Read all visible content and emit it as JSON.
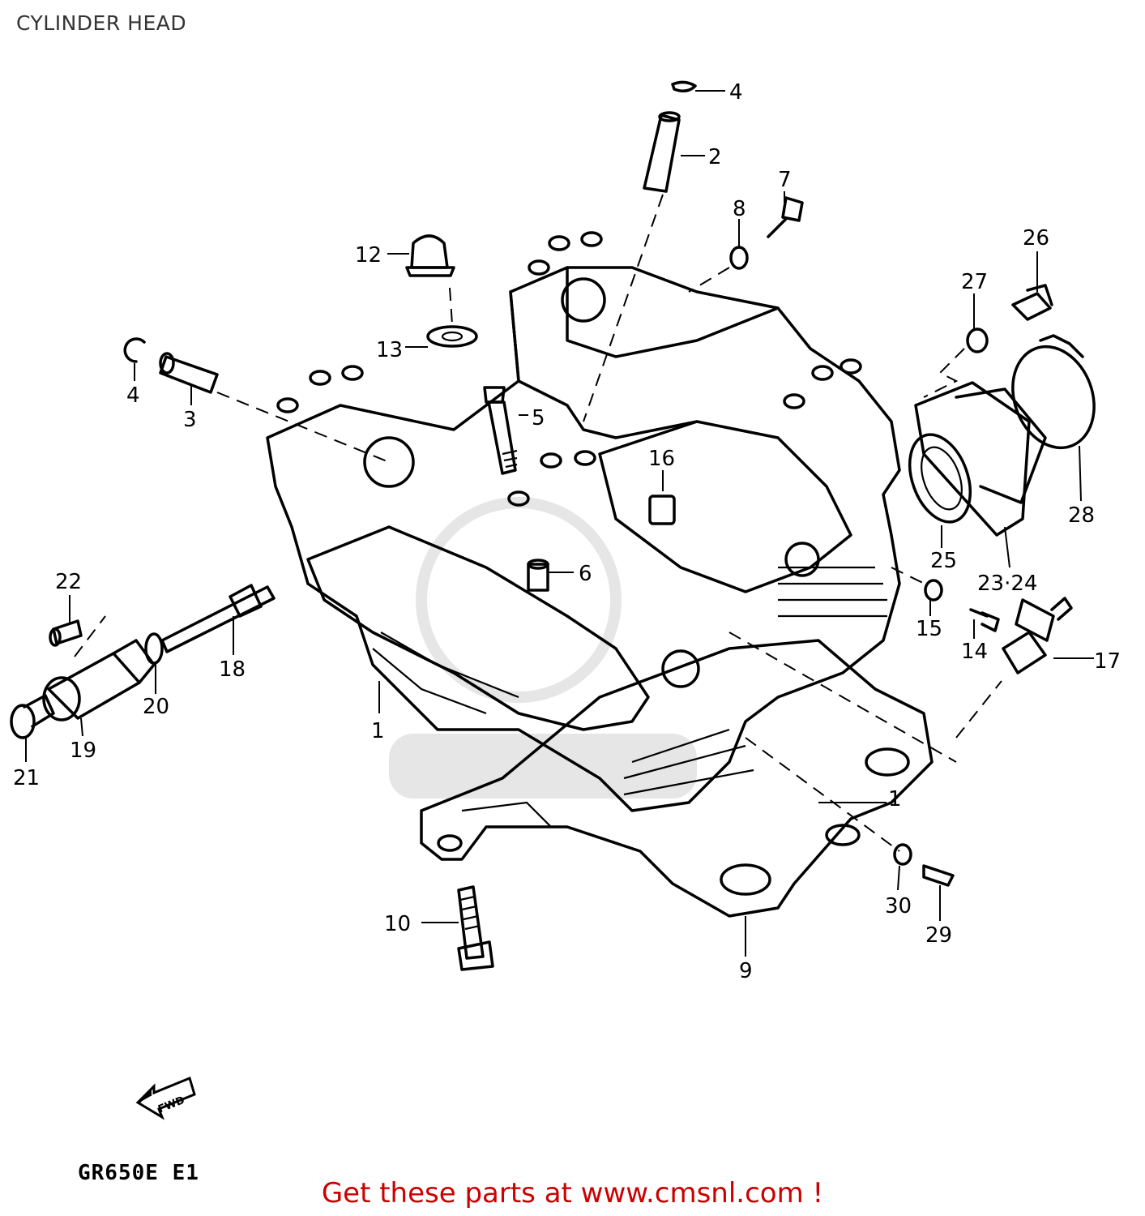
{
  "title": "CYLINDER HEAD",
  "model_code": "GR650E E1",
  "fwd_label": "FWD",
  "footer": "Get these parts at www.cmsnl.com !",
  "callouts": [
    {
      "label": "1"
    },
    {
      "label": "1"
    },
    {
      "label": "2"
    },
    {
      "label": "3"
    },
    {
      "label": "4"
    },
    {
      "label": "4"
    },
    {
      "label": "5"
    },
    {
      "label": "6"
    },
    {
      "label": "7"
    },
    {
      "label": "8"
    },
    {
      "label": "9"
    },
    {
      "label": "10"
    },
    {
      "label": "12"
    },
    {
      "label": "13"
    },
    {
      "label": "14"
    },
    {
      "label": "15"
    },
    {
      "label": "16"
    },
    {
      "label": "17"
    },
    {
      "label": "18"
    },
    {
      "label": "19"
    },
    {
      "label": "20"
    },
    {
      "label": "21"
    },
    {
      "label": "22"
    },
    {
      "label": "23·24"
    },
    {
      "label": "25"
    },
    {
      "label": "26"
    },
    {
      "label": "27"
    },
    {
      "label": "28"
    },
    {
      "label": "29"
    },
    {
      "label": "30"
    }
  ],
  "colors": {
    "line": "#000000",
    "footer": "#cc0000",
    "title": "#333333"
  }
}
